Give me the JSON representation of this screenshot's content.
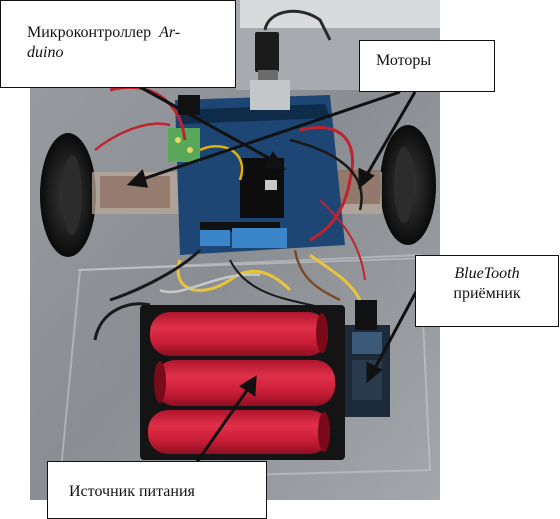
{
  "figure": {
    "labels": {
      "arduino_line1": "Микроконтроллер",
      "arduino_line1_italic": "Ar-",
      "arduino_line2_italic": "duino",
      "motors": "Моторы",
      "bluetooth_italic": "BlueTooth",
      "bluetooth_line2": "приёмник",
      "power": "Источник питания"
    },
    "colors": {
      "battery_red": "#d21f3a",
      "board_blue": "#1e4a7a",
      "wheel_black": "#1a1a1a",
      "background_gray": "#8f9296"
    }
  }
}
